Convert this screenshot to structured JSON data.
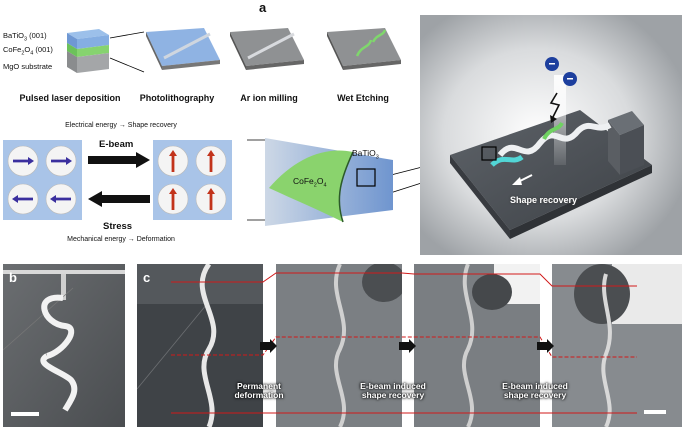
{
  "panels": {
    "a": "a",
    "b": "b",
    "c": "c"
  },
  "fabrication": {
    "layers": [
      "BaTiO",
      "(001)",
      "CoFe",
      "O",
      "(001)",
      "MgO substrate"
    ],
    "layer_subs": {
      "bto": "3",
      "cfo1": "2",
      "cfo2": "4"
    },
    "steps": [
      "Pulsed laser deposition",
      "Photolithography",
      "Ar ion milling",
      "Wet Etching"
    ]
  },
  "mechanism": {
    "top_caption": "Electrical energy → Shape recovery",
    "bottom_caption": "Mechanical energy → Deformation",
    "ebeam_label": "E-beam",
    "stress_label": "Stress",
    "bto_label": "BaTiO",
    "bto_sub": "3",
    "cfo_label": "CoFe",
    "cfo_sub1": "2",
    "cfo_label2": "O",
    "cfo_sub2": "4"
  },
  "render": {
    "shape_recovery": "Shape recovery"
  },
  "sem": {
    "label_permanent": "Permanent deformation",
    "label_ebeam1": "E-beam induced shape recovery",
    "label_ebeam2": "E-beam induced shape recovery"
  },
  "colors": {
    "blue_layer": "#7fa6d9",
    "green_layer": "#8fd16a",
    "grey_substrate": "#9a9c9e",
    "red_guide": "#d11a1a",
    "arrow_purple": "#3a2f9e",
    "arrow_red": "#c2331b"
  }
}
